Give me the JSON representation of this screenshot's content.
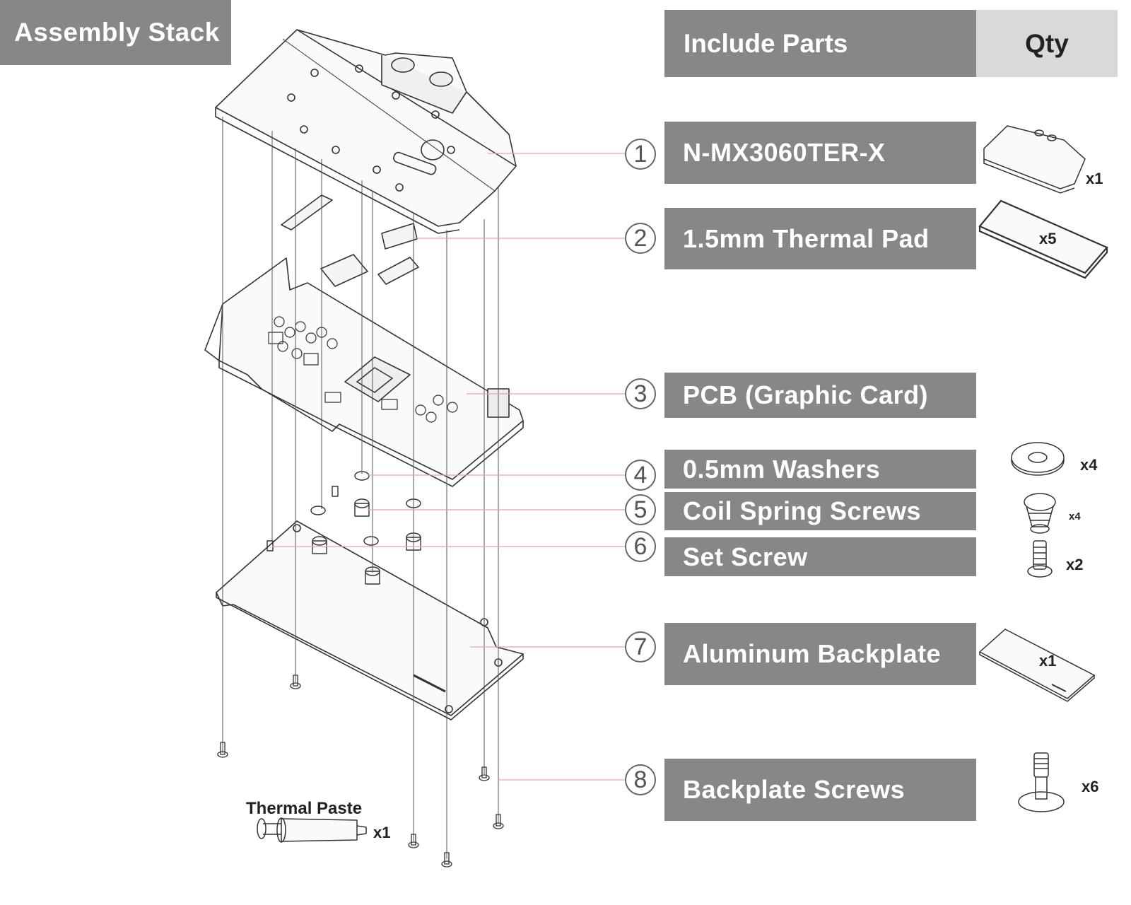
{
  "title": "Assembly Stack",
  "header": {
    "parts_label": "Include Parts",
    "qty_label": "Qty"
  },
  "parts": [
    {
      "num": "1",
      "label": "N-MX3060TER-X",
      "qty": "x1"
    },
    {
      "num": "2",
      "label": "1.5mm Thermal Pad",
      "qty": "x5"
    },
    {
      "num": "3",
      "label": "PCB (Graphic Card)",
      "qty": ""
    },
    {
      "num": "4",
      "label": "0.5mm Washers",
      "qty": "x4"
    },
    {
      "num": "5",
      "label": "Coil Spring Screws",
      "qty": "x4"
    },
    {
      "num": "6",
      "label": "Set Screw",
      "qty": "x2"
    },
    {
      "num": "7",
      "label": "Aluminum Backplate",
      "qty": "x1"
    },
    {
      "num": "8",
      "label": "Backplate Screws",
      "qty": "x6"
    }
  ],
  "thermal_paste": {
    "label": "Thermal Paste",
    "qty": "x1"
  },
  "colors": {
    "bar": "#87878a",
    "qty_header": "#d9d9da",
    "leader_line": "#e8a5ad",
    "line_art": "#333333"
  }
}
